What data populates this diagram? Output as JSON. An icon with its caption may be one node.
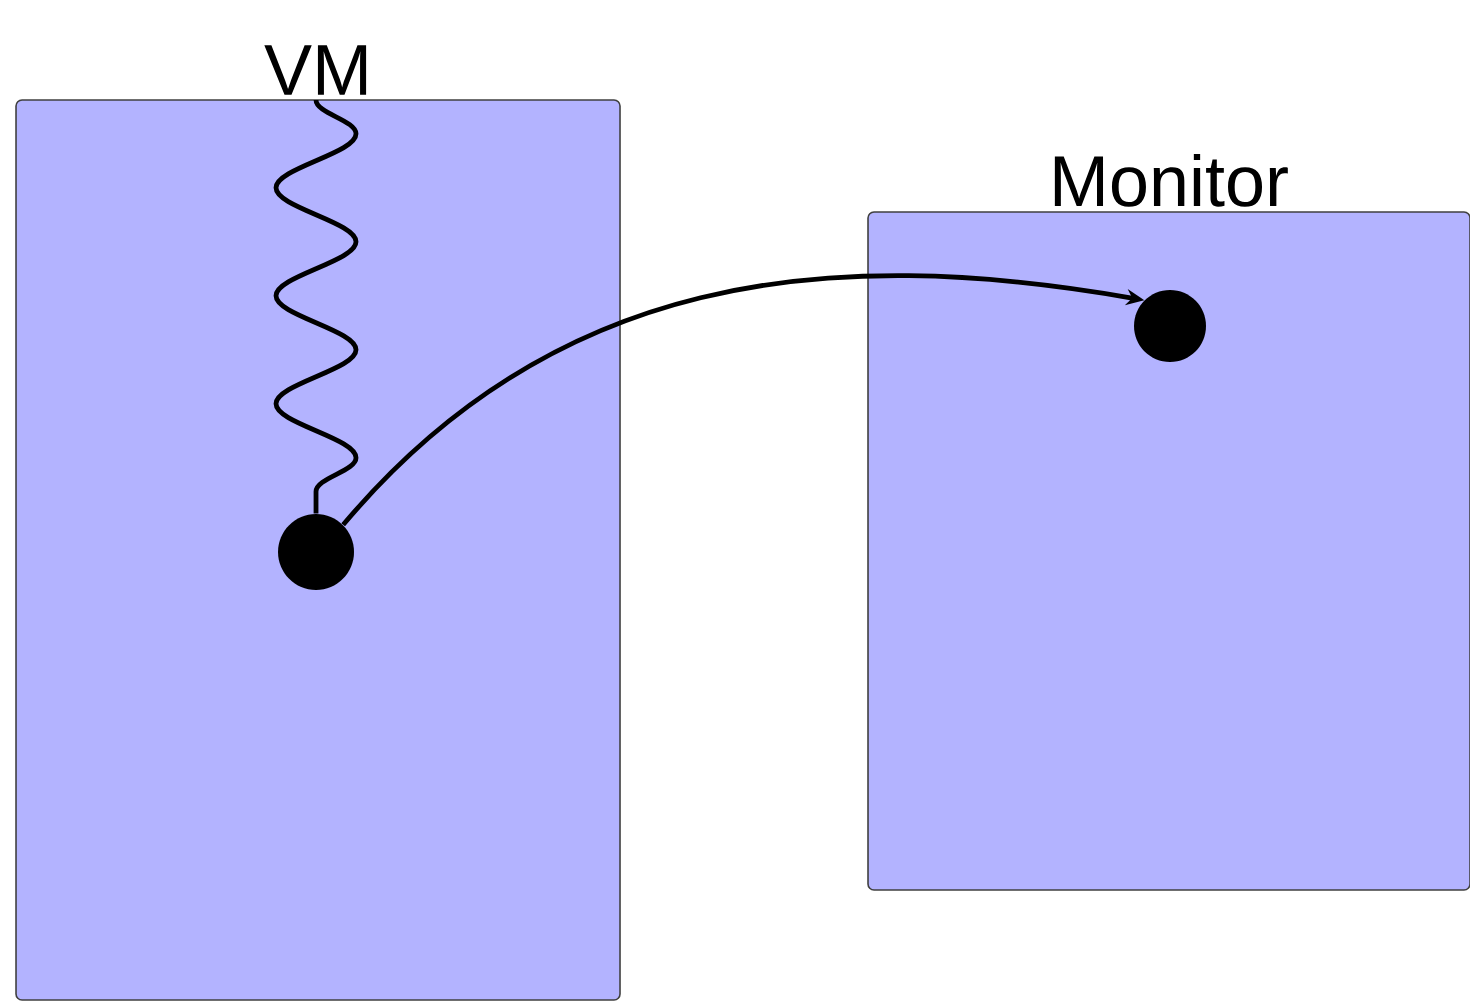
{
  "diagram": {
    "nodes": [
      {
        "text": [
          "VM"
        ]
      },
      {
        "text": [
          "Monitor"
        ]
      },
      {
        "text": [],
        "shape": "circle",
        "in": 0
      },
      {
        "text": [],
        "shape": "circle",
        "in": 1
      }
    ],
    "edges": [
      {
        "from": 0,
        "to": 2,
        "arrow": "none"
      },
      {
        "from": 2,
        "to": 3,
        "arrow": "to"
      }
    ]
  }
}
